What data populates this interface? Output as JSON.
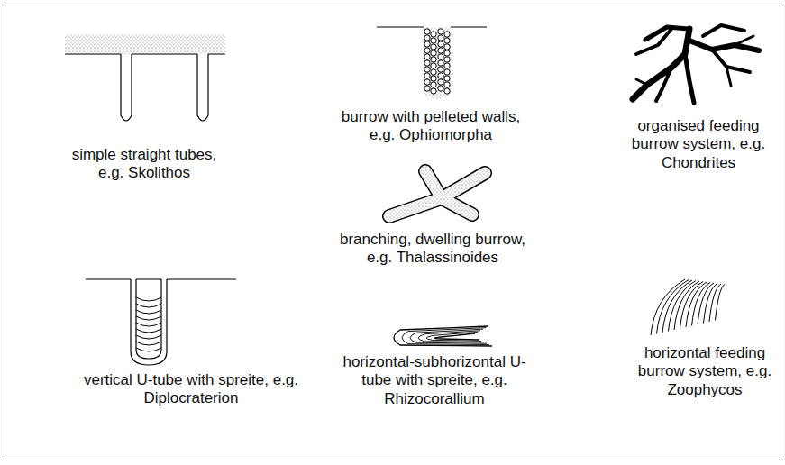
{
  "diagram": {
    "labels": [
      "simple straight tubes, e.g. Skolithos",
      "burrow with pelleted walls, e.g. Ophiomorpha",
      "organised feeding burrow system, e.g. Chondrites",
      "branching, dwelling burrow, e.g. Thalassinoides",
      "vertical U-tube with spreite, e.g. Diplocraterion",
      "horizontal-subhorizontal U-tube with spreite, e.g. Rhizocorallium",
      "horizontal feeding burrow system, e.g. Zoophycos"
    ]
  }
}
